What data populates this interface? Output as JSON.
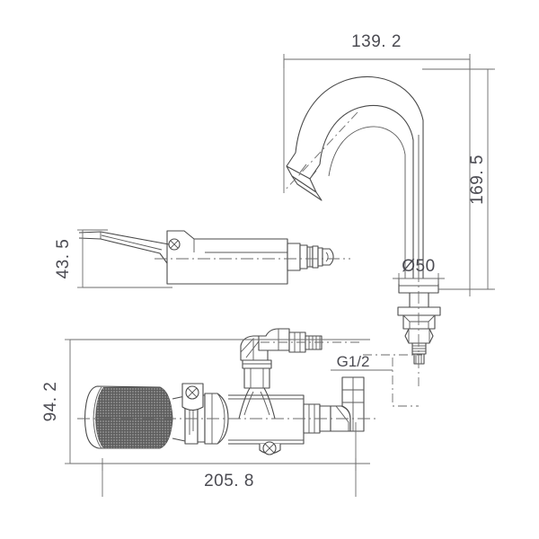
{
  "drawing": {
    "title": "Faucet Technical Drawing",
    "background_color": "#ffffff",
    "line_color": "#4a4a4a",
    "dimension_color": "#6b6b6b",
    "text_color": "#4b4b52",
    "units": "mm"
  },
  "dimensions": {
    "spout_reach": {
      "value": "139. 2",
      "orientation": "horizontal",
      "position": "top"
    },
    "spout_height": {
      "value": "169. 5",
      "orientation": "vertical",
      "position": "right"
    },
    "base_diameter": {
      "value": "Ø50",
      "orientation": "horizontal",
      "position": "base"
    },
    "handle_height": {
      "value": "43. 5",
      "orientation": "vertical",
      "position": "left-middle"
    },
    "body_height": {
      "value": "94. 2",
      "orientation": "vertical",
      "position": "left-bottom"
    },
    "body_length": {
      "value": "205. 8",
      "orientation": "horizontal",
      "position": "bottom"
    }
  },
  "labels": {
    "thread_spec": "G1/2"
  },
  "views": {
    "front": "front elevation of gooseneck spout",
    "side": "side elevation of lever handle assembly",
    "plan": "plan view of valve body with grip and elbow fittings"
  }
}
